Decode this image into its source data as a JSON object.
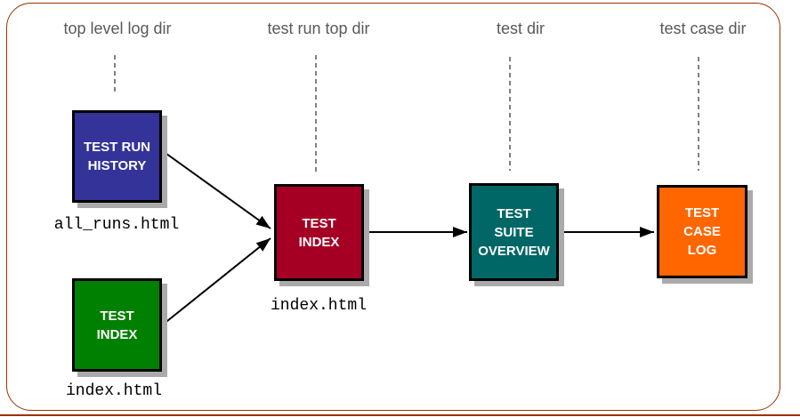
{
  "diagram": {
    "column_headers": [
      {
        "label": "top level log dir"
      },
      {
        "label": "test run top dir"
      },
      {
        "label": "test dir"
      },
      {
        "label": "test case dir"
      }
    ],
    "nodes": [
      {
        "id": "test-run-history",
        "lines": [
          "TEST RUN",
          "HISTORY"
        ],
        "color": "#333399",
        "file": "all_runs.html"
      },
      {
        "id": "test-index-top-level",
        "lines": [
          "TEST",
          "INDEX"
        ],
        "color": "#008000",
        "file": "index.html"
      },
      {
        "id": "test-index-run",
        "lines": [
          "TEST",
          "INDEX"
        ],
        "color": "#A50024",
        "file": "index.html"
      },
      {
        "id": "test-suite-overview",
        "lines": [
          "TEST",
          "SUITE",
          "OVERVIEW"
        ],
        "color": "#006666"
      },
      {
        "id": "test-case-log",
        "lines": [
          "TEST",
          "CASE",
          "LOG"
        ],
        "color": "#FF6600"
      }
    ],
    "connections": [
      {
        "from": "test-run-history",
        "to": "test-index-run"
      },
      {
        "from": "test-index-top-level",
        "to": "test-index-run"
      },
      {
        "from": "test-index-run",
        "to": "test-suite-overview"
      },
      {
        "from": "test-suite-overview",
        "to": "test-case-log"
      }
    ],
    "colors": {
      "frame_border": "#993300",
      "header_text": "#595959",
      "box_border": "#000000",
      "box_shadow": "#AAAAAA",
      "box_text": "#FFFFFF",
      "arrow": "#000000",
      "guide_line": "#000000",
      "background": "#FFFFFF"
    }
  }
}
